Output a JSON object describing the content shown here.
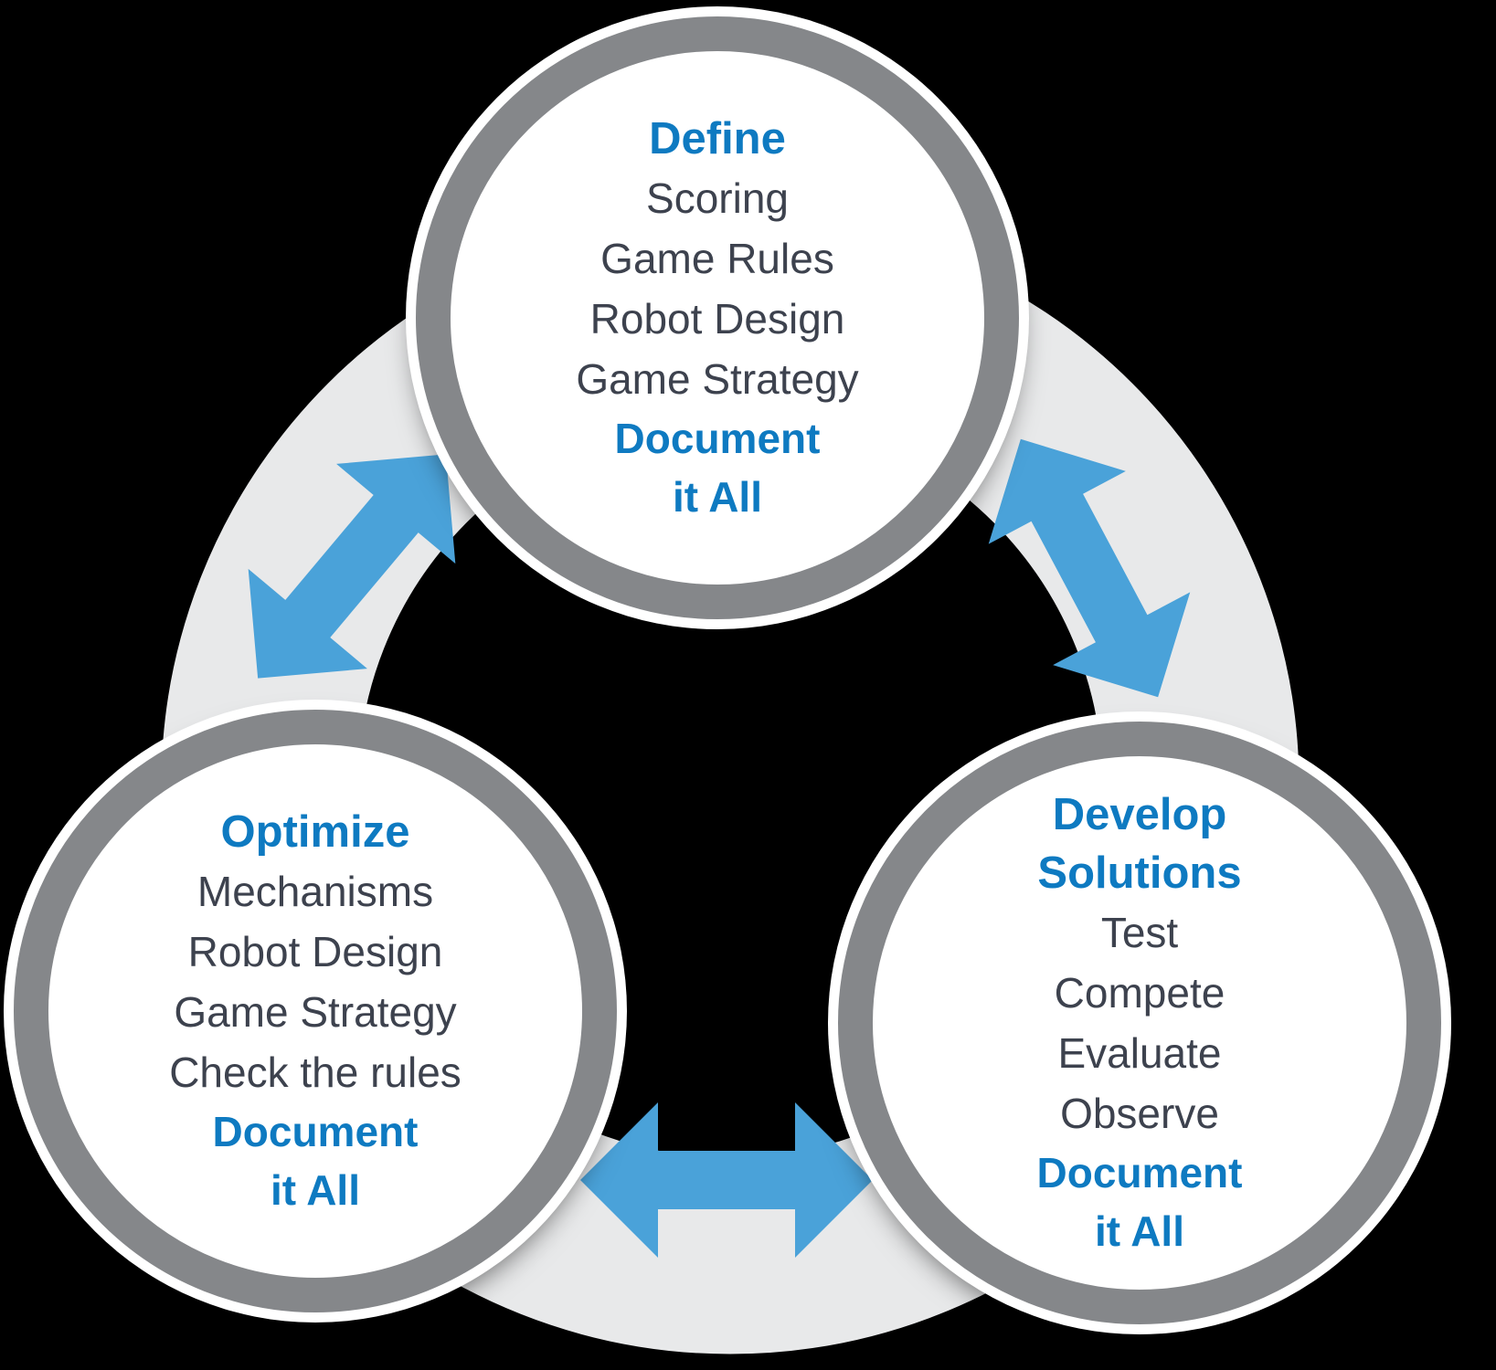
{
  "diagram": {
    "type": "cycle-diagram",
    "background_color": "#000000",
    "band_color": "#e8e9ea",
    "node_ring_color": "#85878a",
    "accent_blue": "#0e7ac1",
    "arrow_color": "#4aa2d9",
    "body_text_color": "#3d424e",
    "circles": [
      {
        "id": "define",
        "title": "Define",
        "items": [
          "Scoring",
          "Game Rules",
          "Robot Design",
          "Game Strategy"
        ],
        "footer": [
          "Document",
          "it All"
        ]
      },
      {
        "id": "optimize",
        "title": "Optimize",
        "items": [
          "Mechanisms",
          "Robot Design",
          "Game Strategy",
          "Check the rules"
        ],
        "footer": [
          "Document",
          "it All"
        ]
      },
      {
        "id": "develop-solutions",
        "title": "Develop Solutions",
        "items": [
          "Test",
          "Compete",
          "Evaluate",
          "Observe"
        ],
        "footer": [
          "Document",
          "it All"
        ]
      }
    ],
    "arrows": [
      {
        "id": "arrow-define-optimize",
        "between": "Define ↔ Optimize"
      },
      {
        "id": "arrow-define-develop",
        "between": "Define ↔ Develop Solutions"
      },
      {
        "id": "arrow-optimize-develop",
        "between": "Optimize ↔ Develop Solutions"
      }
    ]
  }
}
